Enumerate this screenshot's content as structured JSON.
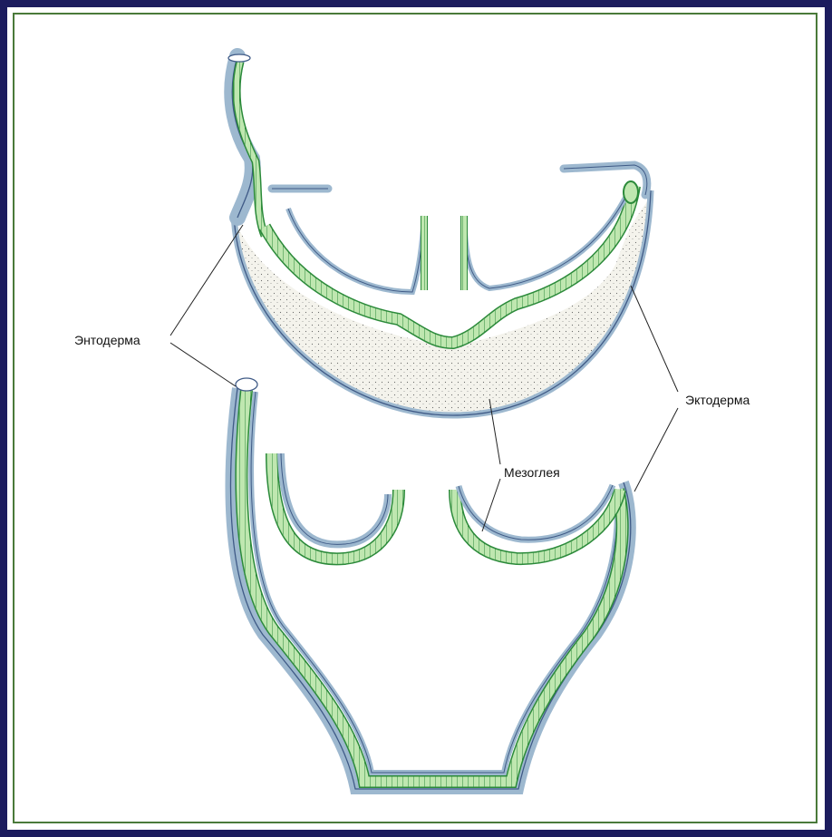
{
  "labels": {
    "entoderma": "Энтодерма",
    "ektoderma": "Эктодерма",
    "mezogleya": "Мезоглея"
  },
  "colors": {
    "background": "#1c1c5e",
    "ectoderm": "#9db8cf",
    "ectoderm_outline": "#3f5a86",
    "endoderm": "#bfe7b0",
    "endoderm_outline": "#2b8a3a",
    "mesoglea": "#f2f1ea"
  }
}
